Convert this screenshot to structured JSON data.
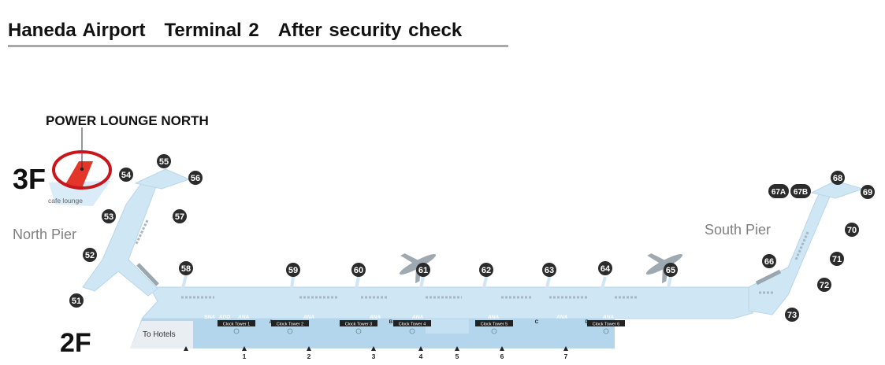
{
  "title": "Haneda Airport　Terminal 2　After security check",
  "map": {
    "floor_3": "3F",
    "floor_2": "2F",
    "lounge_label": "POWER LOUNGE NORTH",
    "cafe_label": "cafe lounge",
    "north_pier": "North Pier",
    "south_pier": "South Pier",
    "to_hotels": "To Hotels",
    "gates": [
      "51",
      "52",
      "53",
      "54",
      "55",
      "56",
      "57",
      "58",
      "59",
      "60",
      "61",
      "62",
      "63",
      "64",
      "65",
      "66",
      "67A",
      "67B",
      "68",
      "69",
      "70",
      "71",
      "72",
      "73"
    ],
    "clock_towers": [
      "Clock Tower 1",
      "Clock Tower 2",
      "Clock Tower 3",
      "Clock Tower 4",
      "Clock Tower 5",
      "Clock Tower 6"
    ],
    "shop_labels": [
      "ANA",
      "ADO",
      "SNA",
      "ANA",
      "ANA",
      "ANA",
      "ANA",
      "ANA",
      "ANA"
    ],
    "zone_labels": [
      "A",
      "B",
      "C",
      "D"
    ],
    "entrances": [
      "1",
      "2",
      "3",
      "4",
      "5",
      "6",
      "7"
    ],
    "colors": {
      "concourse": "#cfe6f5",
      "lower_floor": "#b3d6ec",
      "gate_marker": "#2b2b2b",
      "lounge": "#e4352b",
      "highlight_ring": "#c8161d",
      "pier_text": "#7f7f7f"
    }
  }
}
